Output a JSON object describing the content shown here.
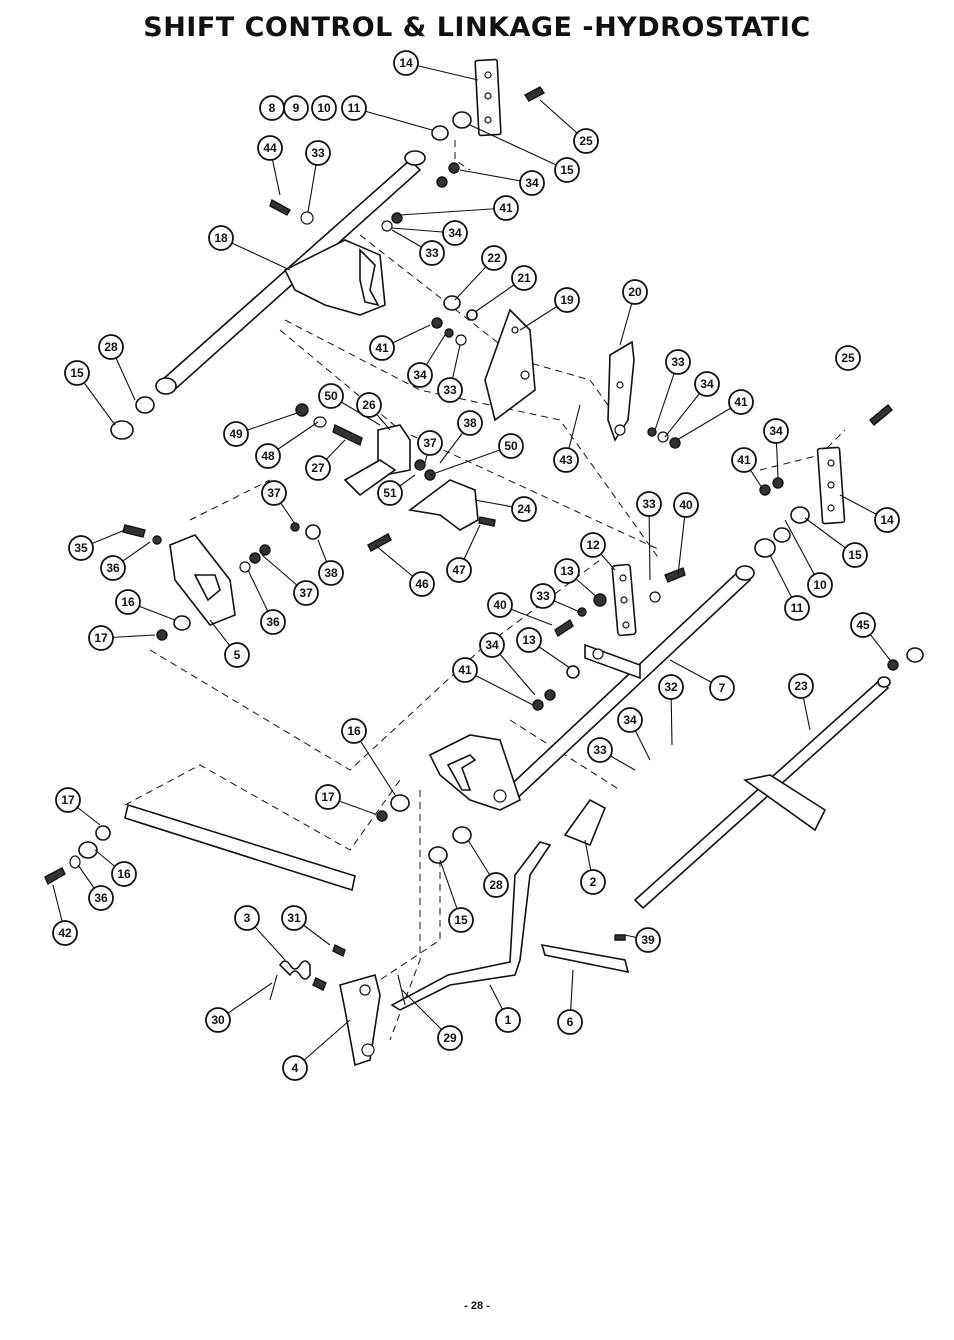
{
  "page": {
    "title": "SHIFT CONTROL & LINKAGE -HYDROSTATIC",
    "page_number": "- 28 -"
  },
  "callouts": [
    "14",
    "8",
    "9",
    "10",
    "11",
    "25",
    "15",
    "44",
    "33",
    "34",
    "41",
    "34",
    "33",
    "18",
    "22",
    "21",
    "19",
    "20",
    "41",
    "34",
    "33",
    "28",
    "15",
    "33",
    "34",
    "41",
    "25",
    "50",
    "26",
    "49",
    "48",
    "27",
    "38",
    "37",
    "50",
    "51",
    "24",
    "43",
    "41",
    "34",
    "14",
    "15",
    "37",
    "35",
    "36",
    "38",
    "37",
    "16",
    "36",
    "17",
    "5",
    "46",
    "47",
    "33",
    "40",
    "12",
    "13",
    "10",
    "11",
    "33",
    "40",
    "13",
    "34",
    "41",
    "7",
    "32",
    "34",
    "33",
    "45",
    "23",
    "16",
    "17",
    "15",
    "28",
    "2",
    "17",
    "16",
    "36",
    "42",
    "3",
    "31",
    "30",
    "4",
    "29",
    "1",
    "6",
    "39"
  ]
}
